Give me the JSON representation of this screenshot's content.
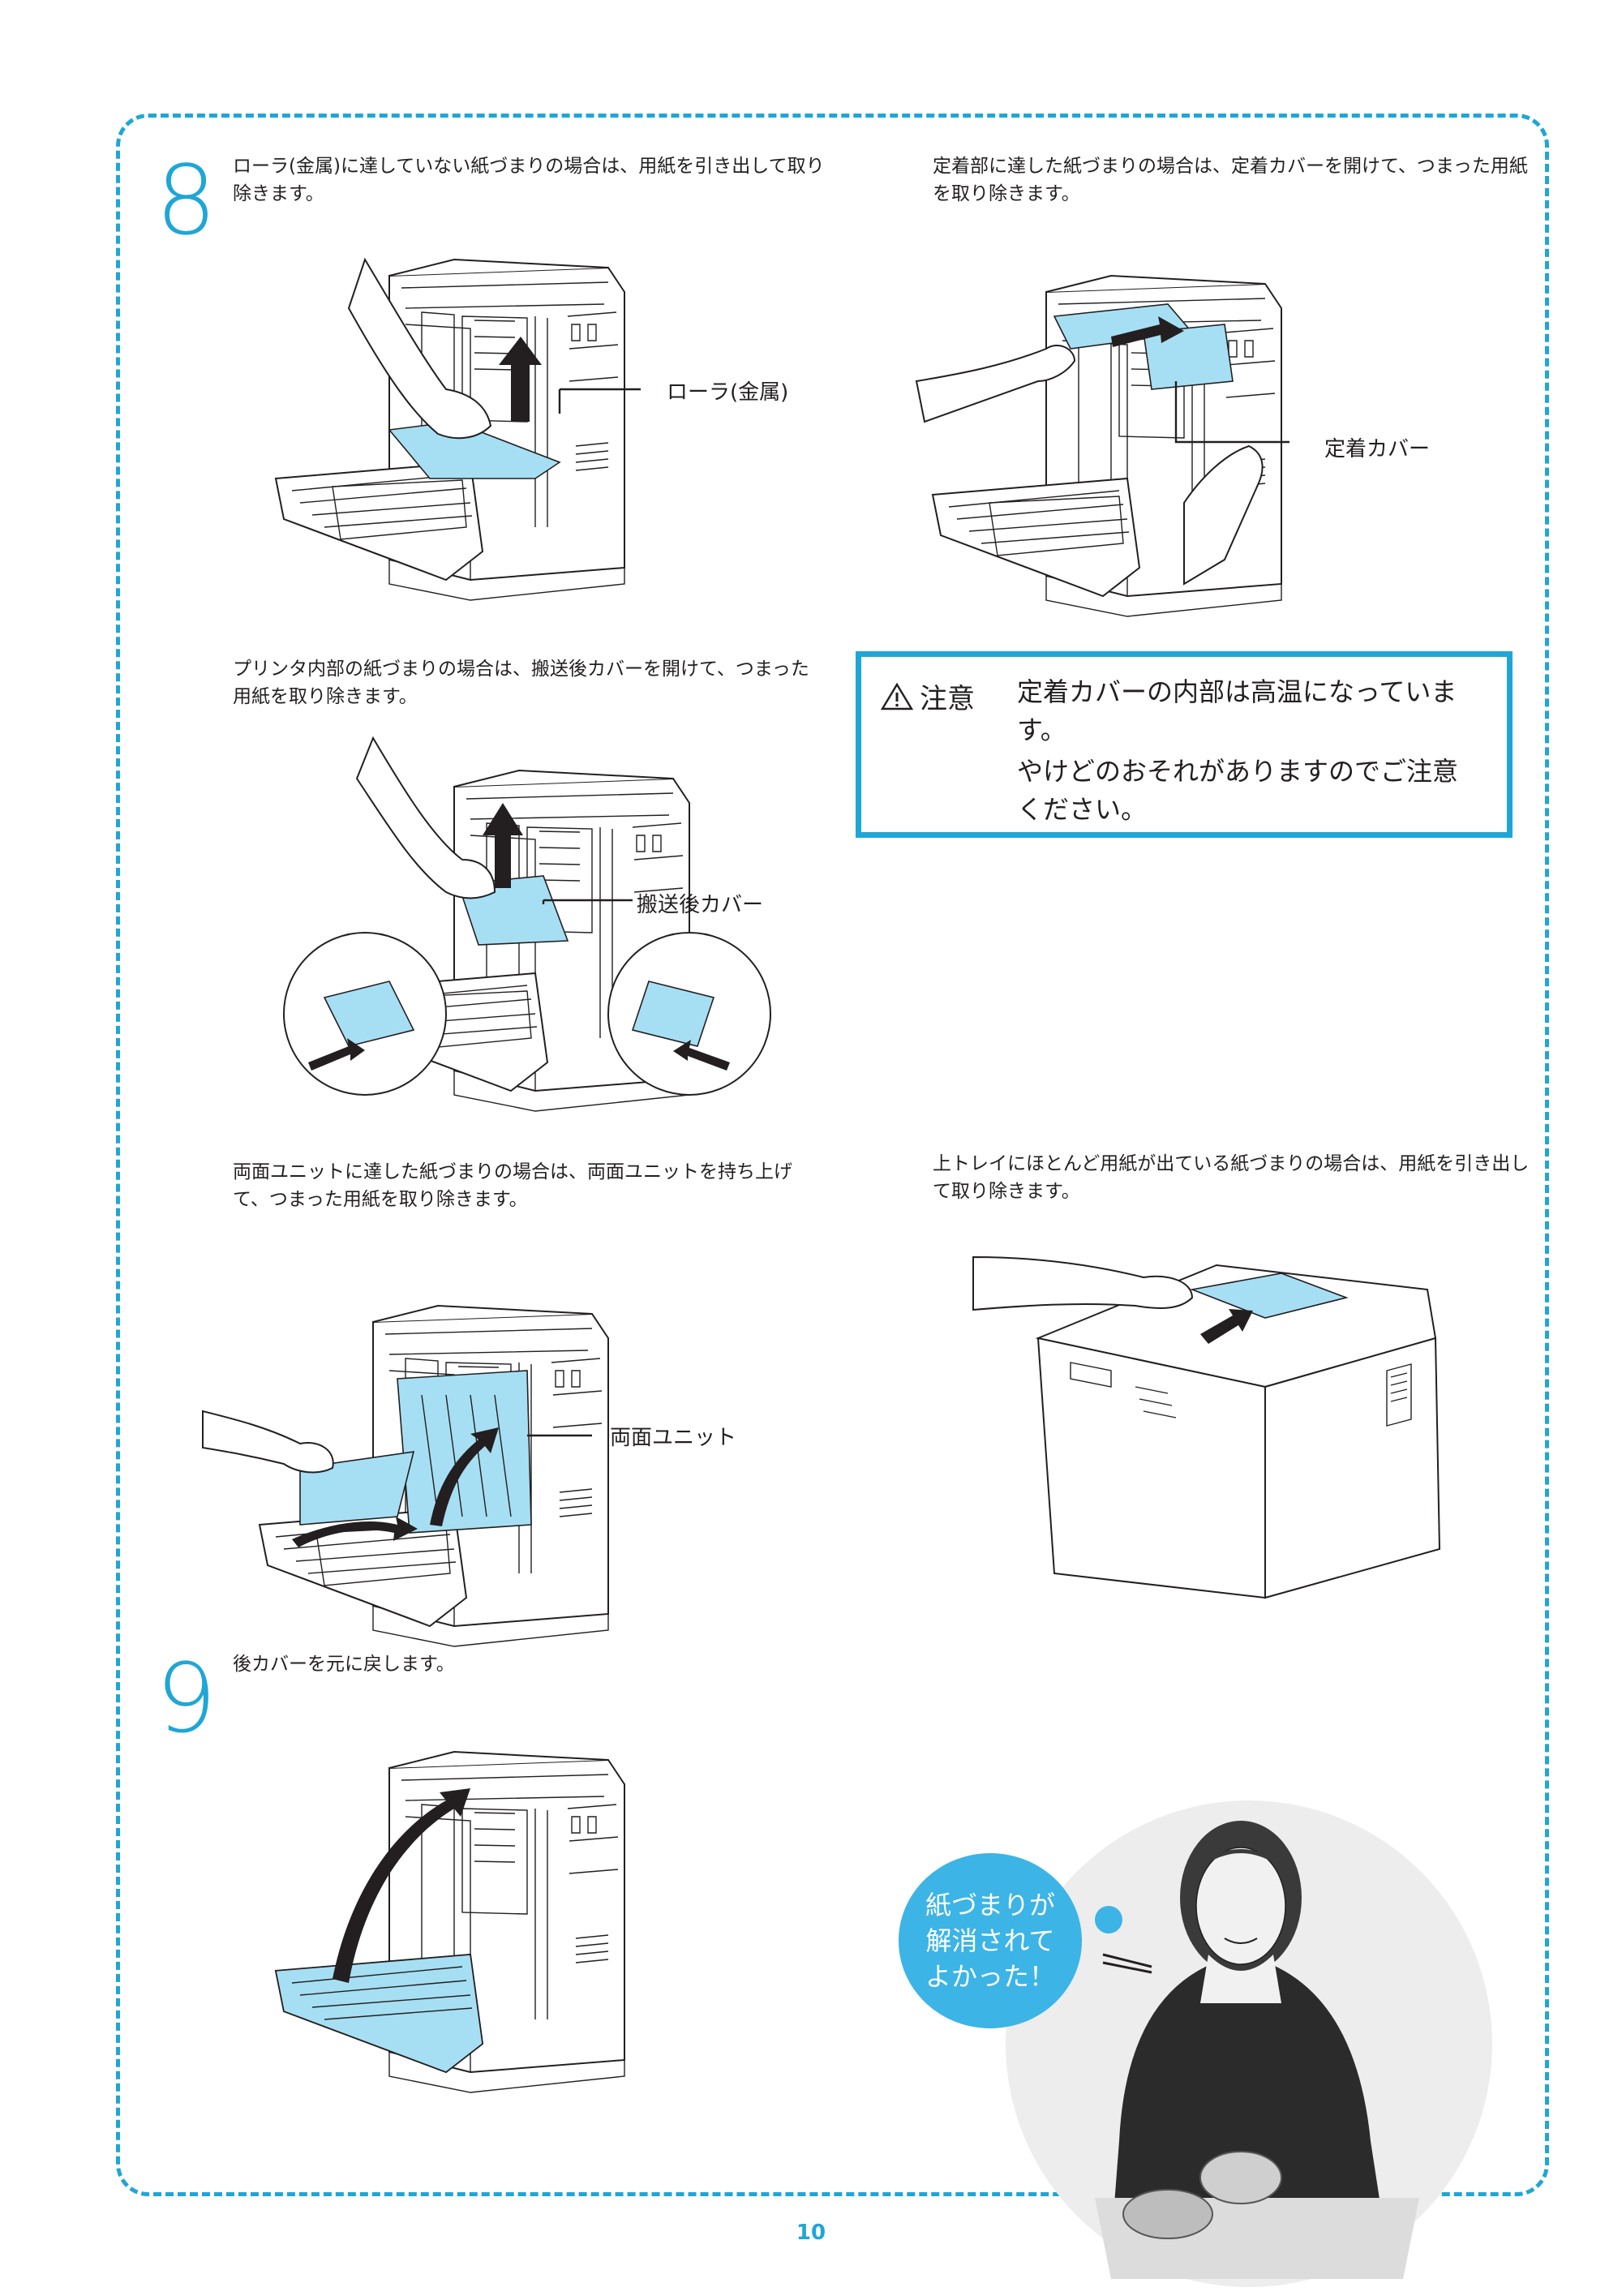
{
  "step8": {
    "number": "8",
    "a": {
      "text": "ローラ(金属)に達していない紙づまりの場合は、用紙を引き出して取り除きます。",
      "callout": "ローラ(金属)"
    },
    "b": {
      "text": "定着部に達した紙づまりの場合は、定着カバーを開けて、つまった用紙を取り除きます。",
      "callout": "定着カバー"
    },
    "c": {
      "text": "プリンタ内部の紙づまりの場合は、搬送後カバーを開けて、つまった用紙を取り除きます。",
      "callout": "搬送後カバー"
    },
    "d": {
      "text": "両面ユニットに達した紙づまりの場合は、両面ユニットを持ち上げて、つまった用紙を取り除きます。",
      "callout": "両面ユニット"
    },
    "e": {
      "text": "上トレイにほとんど用紙が出ている紙づまりの場合は、用紙を引き出して取り除きます。"
    }
  },
  "caution": {
    "label": "注意",
    "line1": "定着カバーの内部は高温になっています。",
    "line2": "やけどのおそれがありますのでご注意ください。"
  },
  "step9": {
    "number": "9",
    "text": "後カバーを元に戻します。"
  },
  "bubble": {
    "line1": "紙づまりが",
    "line2": "解消されて",
    "line3": "よかった！"
  },
  "page_number": "10",
  "colors": {
    "accent": "#1fa6d6",
    "paper": "#a6dff3",
    "bubble": "#3cb4e6"
  }
}
